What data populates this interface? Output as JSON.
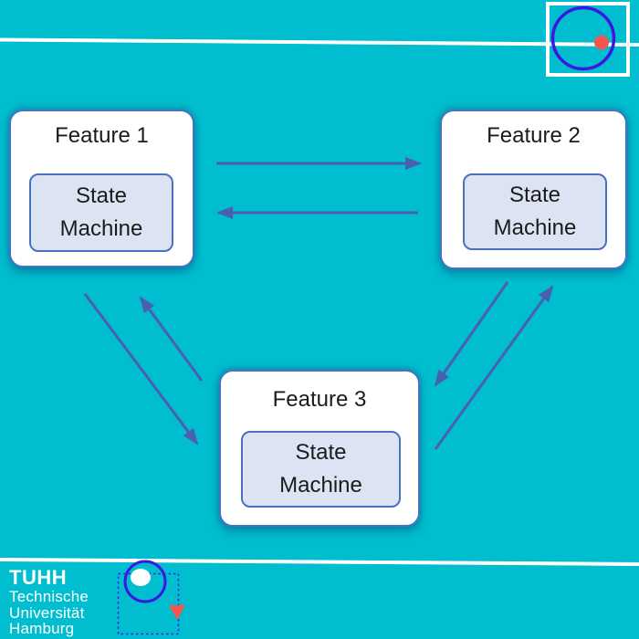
{
  "diagram": {
    "nodes": [
      {
        "title": "Feature 1",
        "state_label": "State Machine"
      },
      {
        "title": "Feature 2",
        "state_label": "State Machine"
      },
      {
        "title": "Feature 3",
        "state_label": "State Machine"
      }
    ],
    "edges": [
      {
        "from": "Feature 1",
        "to": "Feature 2"
      },
      {
        "from": "Feature 2",
        "to": "Feature 1"
      },
      {
        "from": "Feature 1",
        "to": "Feature 3"
      },
      {
        "from": "Feature 3",
        "to": "Feature 1"
      },
      {
        "from": "Feature 2",
        "to": "Feature 3"
      },
      {
        "from": "Feature 3",
        "to": "Feature 2"
      }
    ]
  },
  "footer_logo": {
    "name": "TUHH",
    "line2": "Technische",
    "line3": "Universität",
    "line4": "Hamburg"
  },
  "annotations": {
    "top_right_icons": [
      "highlight-square-icon",
      "cursor-circle-icon",
      "laser-dot-icon"
    ],
    "bottom_left_icons": [
      "cursor-circle-icon",
      "pointer-dot-icon",
      "selection-dashed-box-icon",
      "down-triangle-icon"
    ]
  },
  "colors": {
    "background_teal": "#00bdcf",
    "node_border_blue": "#4a72c4",
    "state_box_fill": "#dce4f4",
    "arrow_blue": "#4a5fb0",
    "annotation_violet": "#3f16e0",
    "annotation_red": "#f4554e",
    "divider_white": "#ffffff"
  }
}
